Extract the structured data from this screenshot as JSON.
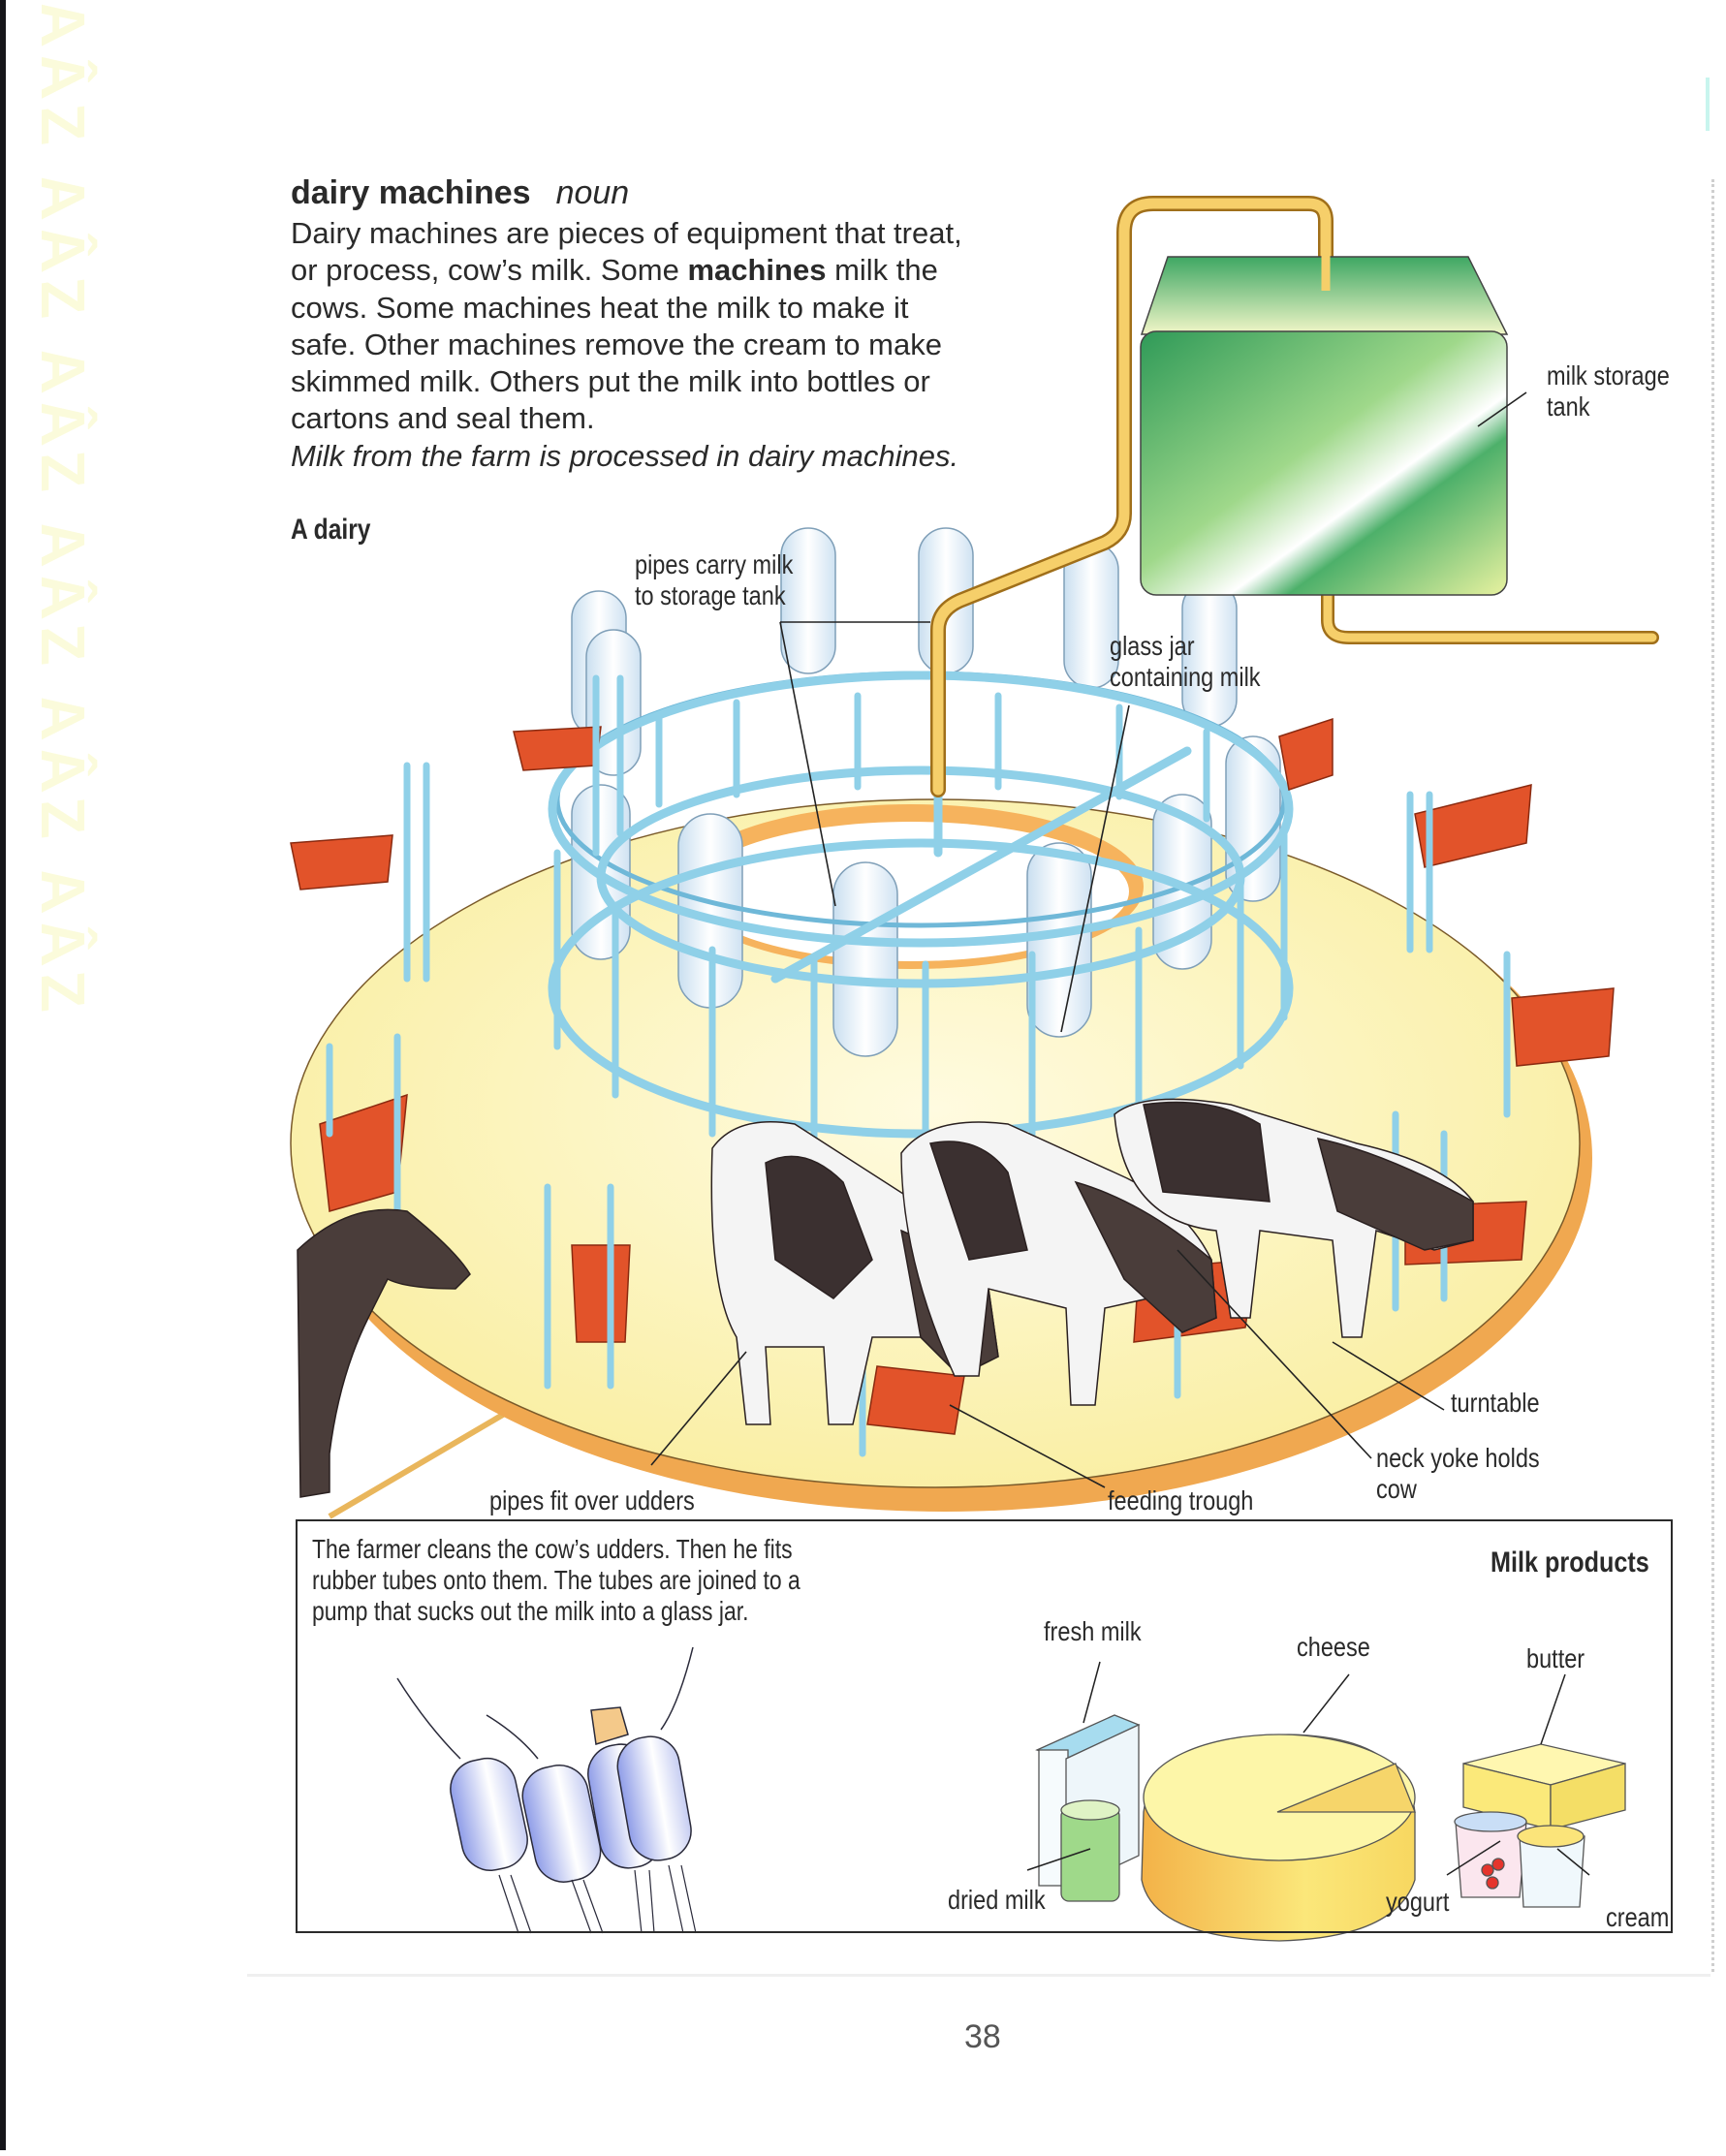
{
  "entry": {
    "headword": "dairy machines",
    "part_of_speech": "noun",
    "definition_lines": [
      [
        "Dairy machines are pieces of equipment that treat,"
      ],
      [
        "or process, cow’s milk. Some ",
        "machines",
        " milk the"
      ],
      [
        "cows. Some machines heat the milk to make it"
      ],
      [
        "safe. Other machines remove the cream to make"
      ],
      [
        "skimmed milk. Others put the milk into bottles or"
      ],
      [
        "cartons and seal them."
      ]
    ],
    "line2_pre": "or process, cow’s milk. Some ",
    "line2_bold": "machines",
    "line2_post": " milk the",
    "line1": "Dairy machines are pieces of equipment that treat,",
    "line3": "cows. Some machines heat the milk to make it",
    "line4": "safe. Other machines remove the cream to make",
    "line5": "skimmed milk. Others put the milk into bottles or",
    "line6": "cartons and seal them.",
    "example": "Milk from the farm is processed in dairy machines."
  },
  "illustration": {
    "title": "A dairy",
    "labels": {
      "pipes_carry": [
        "pipes carry milk",
        "to storage tank"
      ],
      "glass_jar": [
        "glass jar",
        "containing milk"
      ],
      "milk_storage_tank": [
        "milk storage",
        "tank"
      ],
      "turntable": "turntable",
      "neck_yoke": [
        "neck yoke holds",
        "cow"
      ],
      "pipes_fit": "pipes fit over udders",
      "feeding_trough": "feeding trough"
    },
    "colors": {
      "turntable": "#fbf3b4",
      "turntable_rim": "#f1a64a",
      "pipe_blue": "#8fd3ea",
      "jar_white": "#eef6fb",
      "trough_red": "#e2532a",
      "tank_green": "#3aa05c",
      "milk_pipe_gold": "#f2c25a",
      "cow_dark": "#3b3030"
    }
  },
  "milking_panel": {
    "caption_lines": [
      "The farmer cleans the cow’s udders. Then he fits",
      "rubber tubes onto them. The tubes are joined to a",
      "pump that sucks out the milk into a glass jar."
    ]
  },
  "milk_products": {
    "title": "Milk products",
    "items": {
      "fresh_milk": "fresh milk",
      "cheese": "cheese",
      "butter": "butter",
      "dried_milk": "dried milk",
      "yogurt": "yogurt",
      "cream": "cream"
    }
  },
  "page": {
    "number": "38",
    "margin_letters": "AÂZ AÂZ AÂZ AÂZ AÂZ AÂZ"
  }
}
